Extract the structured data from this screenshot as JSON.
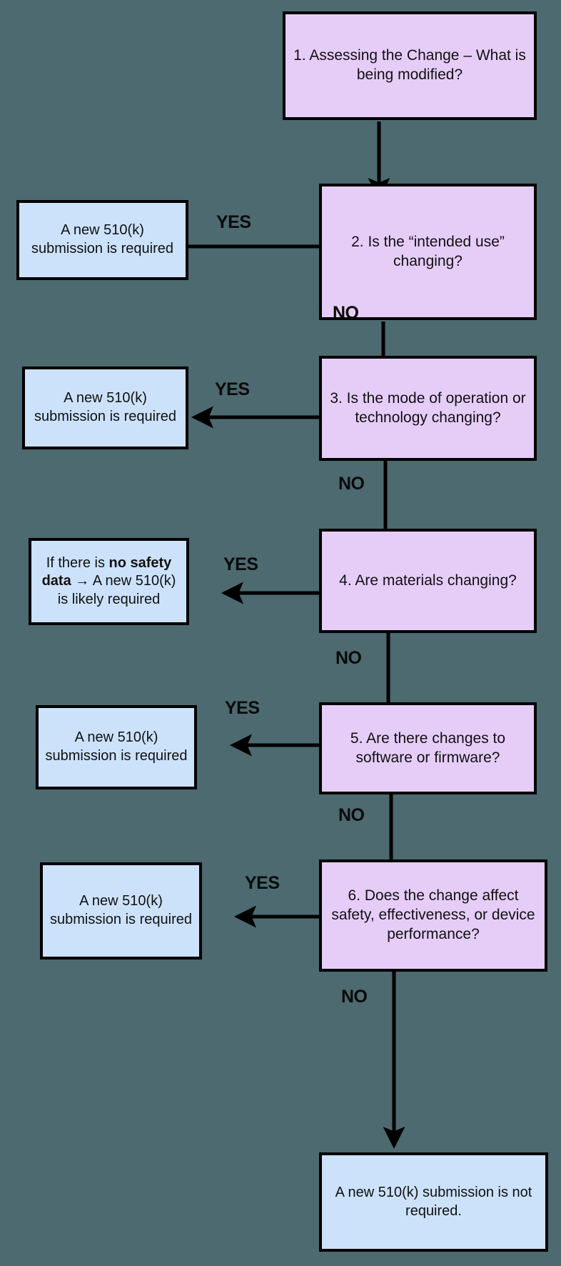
{
  "diagram": {
    "title": "510(k) Change Assessment Decision Flowchart",
    "colors": {
      "background": "#4c6a70",
      "decision_fill": "#e6cdf8",
      "outcome_fill": "#cce2fb",
      "stroke": "#000000",
      "text": "#111111"
    },
    "nodes": [
      {
        "id": "n1",
        "kind": "decision",
        "text": "1. Assessing the Change – What is being modified?"
      },
      {
        "id": "n2",
        "kind": "decision",
        "text": "2. Is the “intended use” changing?"
      },
      {
        "id": "n2yes",
        "kind": "outcome",
        "text": "A new 510(k) submission is required"
      },
      {
        "id": "n3",
        "kind": "decision",
        "text": "3. Is the mode of operation or technology changing?"
      },
      {
        "id": "n3yes",
        "kind": "outcome",
        "text": "A new 510(k) submission is required"
      },
      {
        "id": "n4",
        "kind": "decision",
        "text": "4. Are materials changing?"
      },
      {
        "id": "n4yes",
        "kind": "outcome",
        "text_html": "If there is <b>no safety data</b> → A new 510(k) is likely required"
      },
      {
        "id": "n5",
        "kind": "decision",
        "text": "5. Are there changes to software or firmware?"
      },
      {
        "id": "n5yes",
        "kind": "outcome",
        "text": "A new 510(k) submission is required"
      },
      {
        "id": "n6",
        "kind": "decision",
        "text": "6. Does the change affect safety, effectiveness, or device performance?"
      },
      {
        "id": "n6yes",
        "kind": "outcome",
        "text": "A new 510(k) submission is required"
      },
      {
        "id": "nend",
        "kind": "outcome",
        "text": "A new 510(k) submission is not required."
      }
    ],
    "edge_labels": {
      "yes_2": "YES",
      "yes_3": "YES",
      "yes_4": "YES",
      "yes_5": "YES",
      "yes_6": "YES",
      "no_2": "NO",
      "no_3": "NO",
      "no_4": "NO",
      "no_5": "NO",
      "no_6": "NO"
    }
  }
}
